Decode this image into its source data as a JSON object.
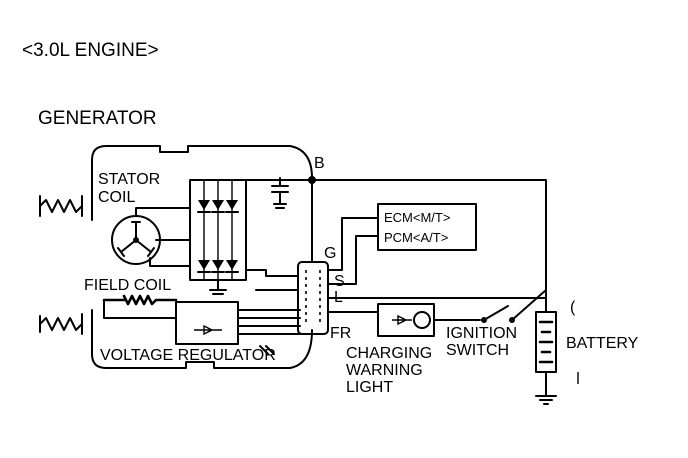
{
  "title": "<3.0L ENGINE>",
  "component_title": "GENERATOR",
  "labels": {
    "stator_coil_line1": "STATOR",
    "stator_coil_line2": "COIL",
    "field_coil": "FIELD COIL",
    "voltage_regulator": "VOLTAGE REGULATOR",
    "terminal_b": "B",
    "terminal_g": "G",
    "terminal_s": "S",
    "terminal_l": "L",
    "terminal_fr": "FR",
    "ecm": "ECM<M/T>",
    "pcm": "PCM<A/T>",
    "charging_line1": "CHARGING",
    "charging_line2": "WARNING",
    "charging_line3": "LIGHT",
    "ignition_line1": "IGNITION",
    "ignition_line2": "SWITCH",
    "battery": "BATTERY",
    "bracket_mark": "("
  },
  "icons": [
    "stator-coil-icon",
    "rectifier-diode-icon",
    "field-coil-icon",
    "capacitor-icon",
    "battery-icon",
    "ground-icon",
    "warning-lamp-icon",
    "switch-icon"
  ]
}
